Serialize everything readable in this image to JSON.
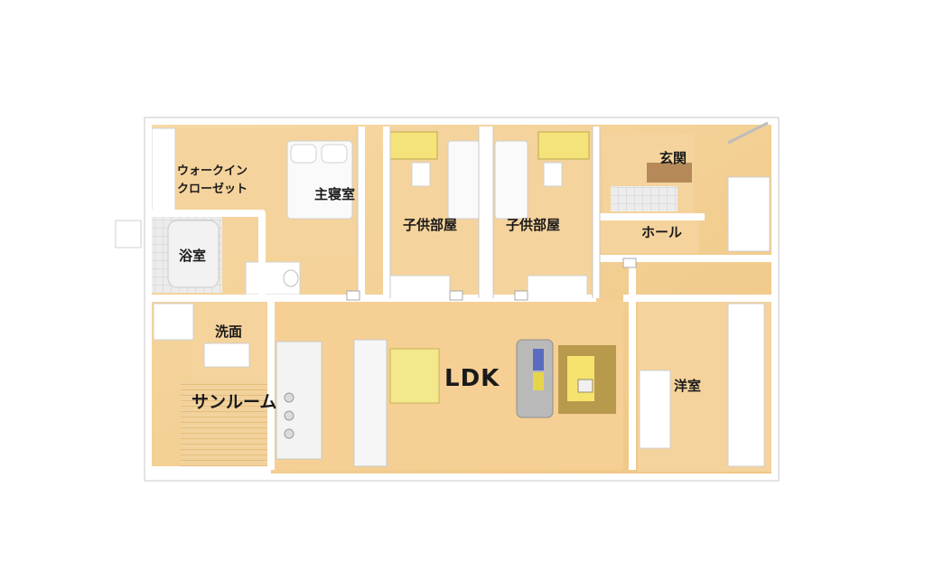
{
  "floor_plan": {
    "rooms": {
      "walk_in_closet": {
        "line1": "ウォークイン",
        "line2": "クローゼット"
      },
      "master_bedroom": "主寝室",
      "kids_room_1": "子供部屋",
      "kids_room_2": "子供部屋",
      "entrance": "玄関",
      "hall": "ホール",
      "bathroom": "浴室",
      "washroom": "洗面",
      "sunroom": "サンルーム",
      "ldk": "LDK",
      "western_room": "洋室"
    },
    "colors": {
      "floor": "#f3cf92",
      "floor_light": "#f7dcae",
      "wall": "#ffffff",
      "wall_shade": "#d9d9d9",
      "accent_yellow": "#f4e27a",
      "sofa": "#b9b9b9",
      "rug": "#b89a4c",
      "tile": "#e9e9e9"
    }
  }
}
